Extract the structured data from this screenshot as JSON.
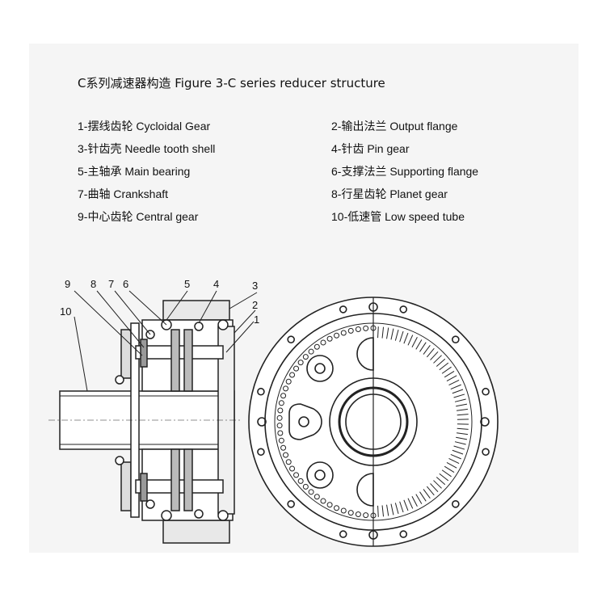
{
  "title": "C系列减速器构造 Figure 3-C series reducer structure",
  "legend": [
    "1-摆线齿轮 Cycloidal Gear",
    "2-输出法兰 Output flange",
    "3-针齿壳 Needle tooth shell",
    "4-针齿 Pin gear",
    "5-主轴承 Main bearing",
    "6-支撑法兰 Supporting flange",
    "7-曲轴 Crankshaft",
    "8-行星齿轮 Planet gear",
    "9-中心齿轮 Central gear",
    "10-低速管 Low speed tube"
  ],
  "callouts": [
    "1",
    "2",
    "3",
    "4",
    "5",
    "6",
    "7",
    "8",
    "9",
    "10"
  ]
}
